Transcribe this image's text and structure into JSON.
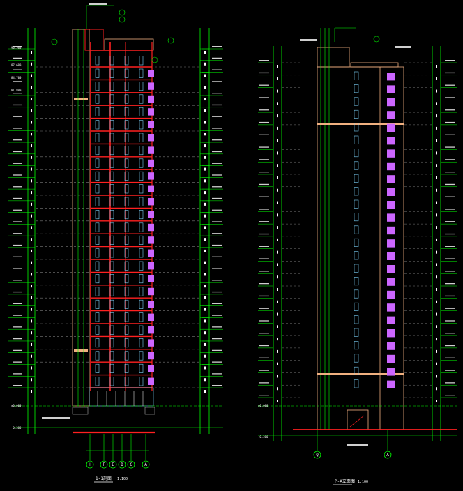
{
  "drawing": {
    "title_section": "1-1剖面",
    "scale_section": "1:100",
    "title_elevation": "P-A立面图",
    "scale_elevation": "1:100"
  },
  "axes_section": [
    "H",
    "F",
    "E",
    "D",
    "C",
    "A"
  ],
  "axes_elevation": [
    "Q",
    "A"
  ],
  "floors": 25,
  "levels_top": [
    "90.500",
    "87.600",
    "84.700",
    "81.800"
  ],
  "level_base": "±0.000",
  "level_ground": "-0.300",
  "colors": {
    "background": "#000000",
    "dim_line": "#00ff00",
    "section_red": "#ff2020",
    "text_white": "#ffffff",
    "window_cyan": "#7fd8ff",
    "balcony_purple": "#cc66ff",
    "parapet_tan": "#f0b080",
    "grid_grey": "#7a7a7a"
  }
}
